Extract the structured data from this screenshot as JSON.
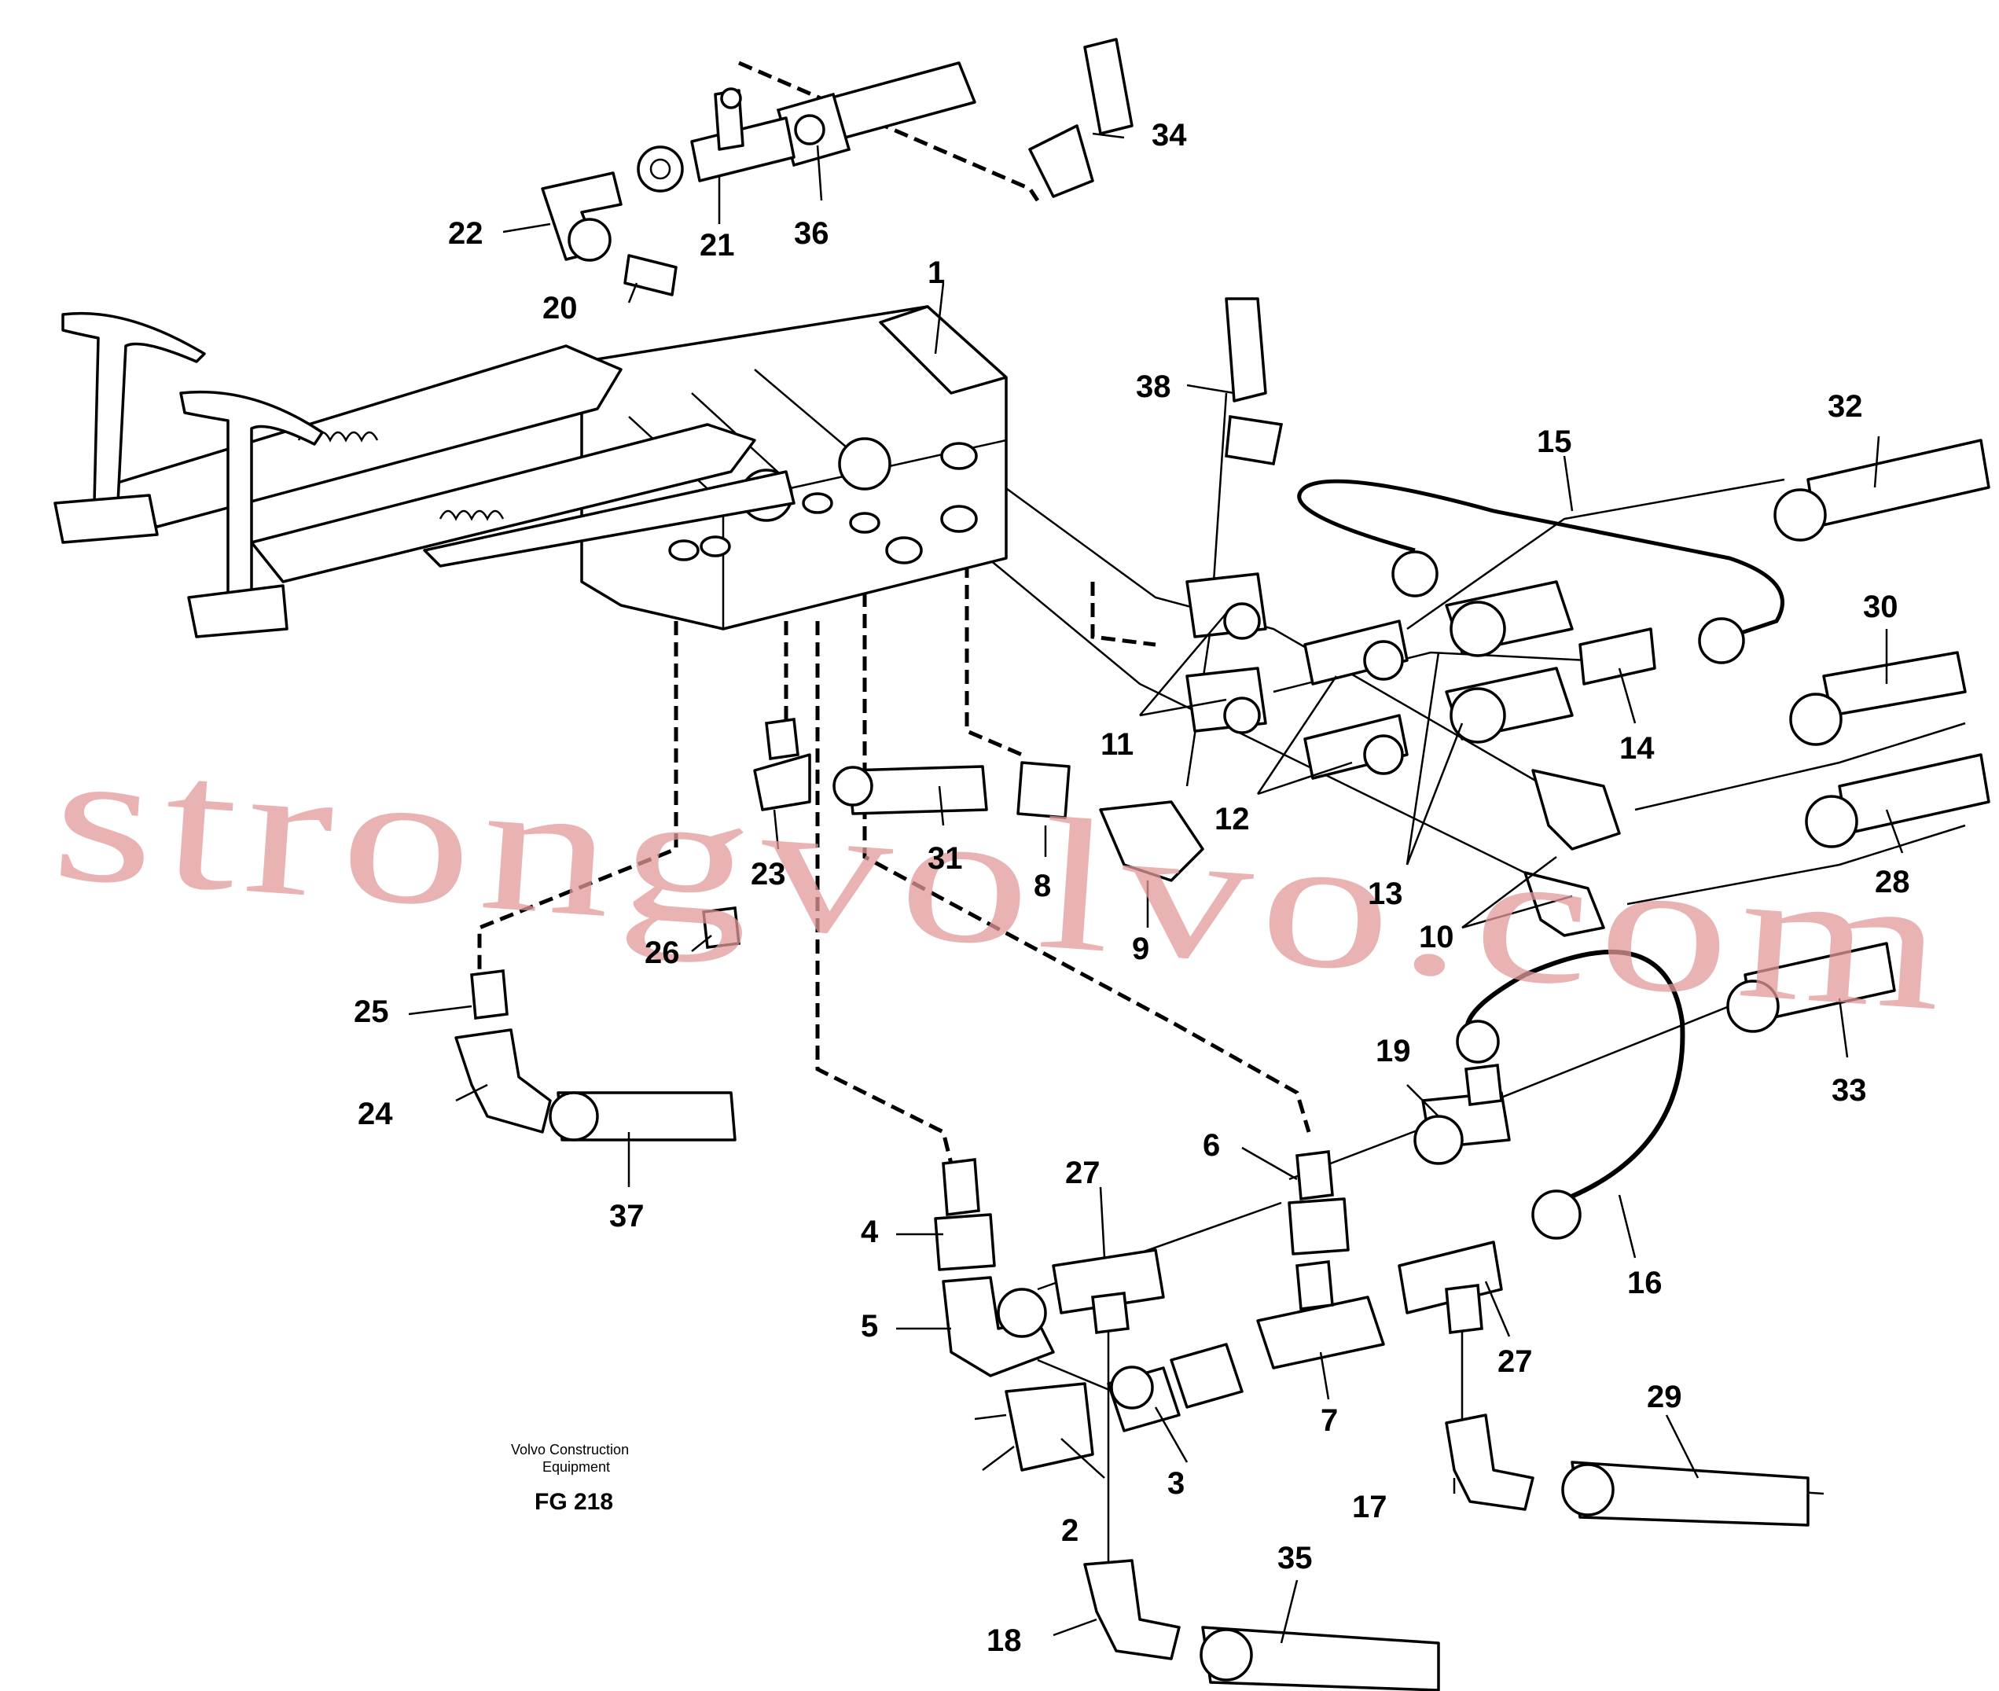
{
  "diagram": {
    "publisher_line1": "Volvo Construction",
    "publisher_line2": "Equipment",
    "figure_code": "FG 218",
    "watermark": "strongvolvo.com",
    "part_labels": [
      "1",
      "2",
      "3",
      "4",
      "5",
      "6",
      "7",
      "8",
      "9",
      "10",
      "11",
      "12",
      "13",
      "14",
      "15",
      "16",
      "17",
      "18",
      "19",
      "20",
      "21",
      "22",
      "23",
      "24",
      "25",
      "26",
      "27",
      "27",
      "28",
      "29",
      "30",
      "31",
      "32",
      "33",
      "34",
      "35",
      "36",
      "37",
      "38"
    ]
  }
}
